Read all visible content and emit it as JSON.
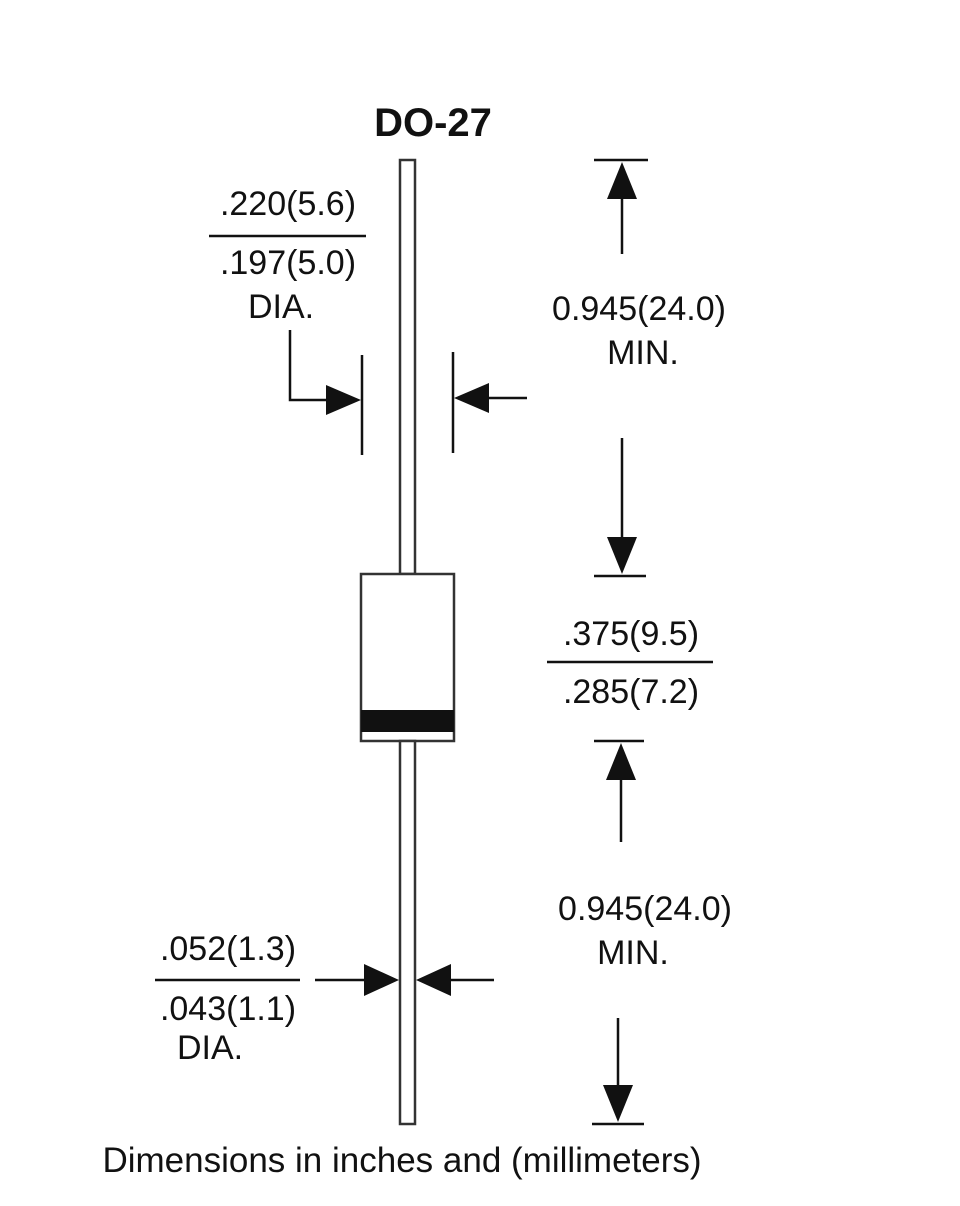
{
  "package": {
    "name": "DO-27",
    "caption": "Dimensions in inches and (millimeters)"
  },
  "dimensions": {
    "body_diameter": {
      "max": ".220(5.6)",
      "min": ".197(5.0)",
      "suffix": "DIA."
    },
    "top_lead_length": {
      "value": "0.945(24.0)",
      "suffix": "MIN."
    },
    "body_length": {
      "max": ".375(9.5)",
      "min": ".285(7.2)"
    },
    "bottom_lead_length": {
      "value": "0.945(24.0)",
      "suffix": "MIN."
    },
    "lead_diameter": {
      "max": ".052(1.3)",
      "min": ".043(1.1)",
      "suffix": "DIA."
    }
  },
  "colors": {
    "line": "#111111",
    "cathode_band": "#111111",
    "background": "#ffffff"
  }
}
